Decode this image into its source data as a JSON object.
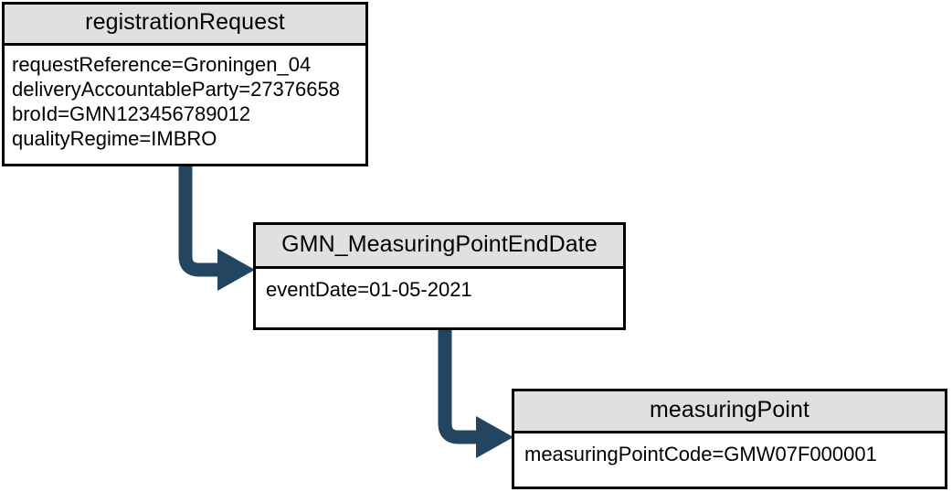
{
  "diagram": {
    "type": "uml-object-diagram",
    "title": "registrationRequest object diagram",
    "colors": {
      "header_fill": "#e0e0e0",
      "body_fill": "#ffffff",
      "border": "#000000",
      "connector": "#23455f",
      "canvas": "#ffffff"
    }
  },
  "boxes": [
    {
      "id": "registration-request",
      "name": "registrationRequest",
      "attributes": [
        "requestReference=Groningen_04",
        "deliveryAccountableParty=27376658",
        "broId=GMN123456789012",
        "qualityRegime=IMBRO"
      ]
    },
    {
      "id": "measuring-point-end-date",
      "name": "GMN_MeasuringPointEndDate",
      "attributes": [
        "eventDate=01-05-2021"
      ]
    },
    {
      "id": "measuring-point",
      "name": "measuringPoint",
      "attributes": [
        "measuringPointCode=GMW07F000001"
      ]
    }
  ],
  "connectors": [
    {
      "id": "connector-registration-to-end-date",
      "from": "registration-request",
      "to": "measuring-point-end-date",
      "style": "elbow-arrow",
      "direction": "down-then-right"
    },
    {
      "id": "connector-end-date-to-measuring-point",
      "from": "measuring-point-end-date",
      "to": "measuring-point",
      "style": "elbow-arrow",
      "direction": "down-then-right"
    }
  ]
}
